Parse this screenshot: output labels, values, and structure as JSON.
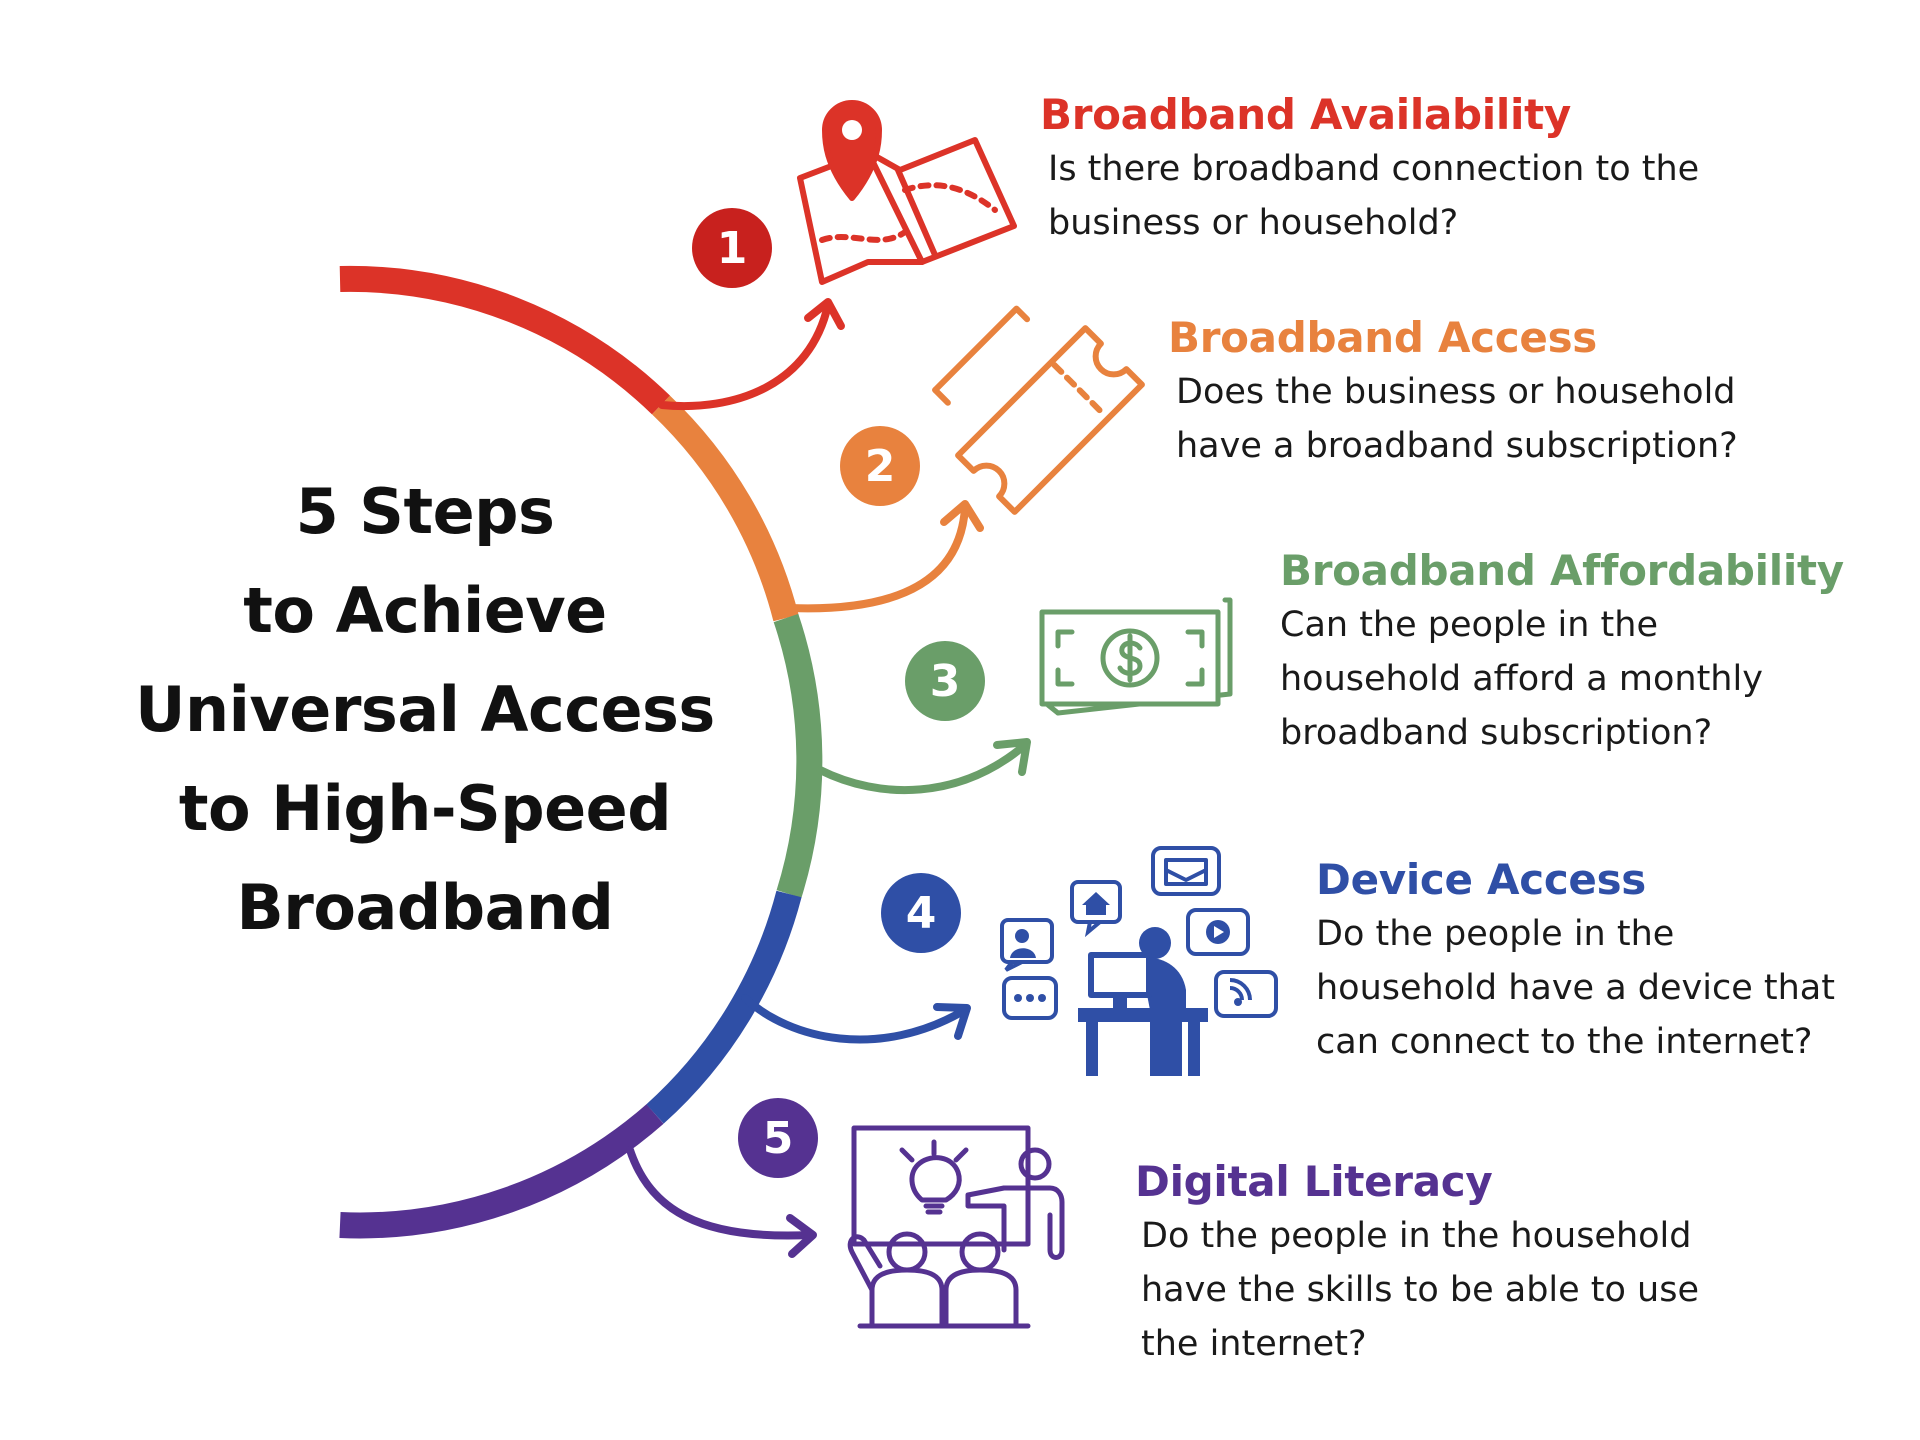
{
  "title_lines": [
    "5 Steps",
    "to Achieve",
    "Universal Access",
    "to High-Speed",
    "Broadband"
  ],
  "colors": {
    "step1": "#dc3328",
    "step2": "#e8823e",
    "step3": "#6a9e69",
    "step4": "#2f4fa6",
    "step5": "#553291",
    "title": "#111111",
    "body_text": "#1a1a1a"
  },
  "steps": [
    {
      "number": "1",
      "heading": "Broadband Availability",
      "description": "Is there broadband connection to the\nbusiness or household?",
      "icon": "map-pin-icon"
    },
    {
      "number": "2",
      "heading": "Broadband Access",
      "description": "Does the business or household\nhave a broadband subscription?",
      "icon": "ticket-icon"
    },
    {
      "number": "3",
      "heading": "Broadband Affordability",
      "description": "Can the people in the\nhousehold afford a monthly\nbroadband subscription?",
      "icon": "dollar-bills-icon"
    },
    {
      "number": "4",
      "heading": "Device Access",
      "description": "Do the people in the\nhousehold have a device that\ncan connect to the internet?",
      "icon": "computer-user-icon"
    },
    {
      "number": "5",
      "heading": "Digital Literacy",
      "description": "Do the people in the household\nhave the skills to be able to use\nthe internet?",
      "icon": "classroom-icon"
    }
  ]
}
